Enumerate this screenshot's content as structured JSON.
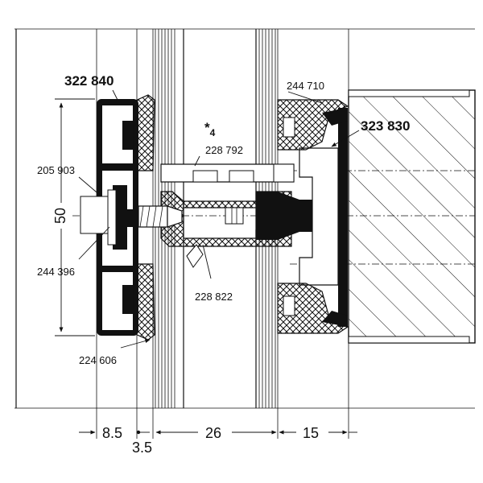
{
  "labels": {
    "profile_main": "322 840",
    "profile_right": "323 830",
    "gasket_top_right": "244 710",
    "screw": "205 903",
    "pad": "244 396",
    "gasket_bottom_left": "224 606",
    "insert_top": "228 792",
    "insert_bottom": "228 822",
    "note_star": "*",
    "note_star_sub": "4"
  },
  "dimensions": {
    "height": "50",
    "d1": "8.5",
    "d2": "3.5",
    "d3": "26",
    "d4": "15"
  },
  "colors": {
    "ink": "#111111",
    "paper": "#ffffff",
    "hatch": "#111111"
  }
}
